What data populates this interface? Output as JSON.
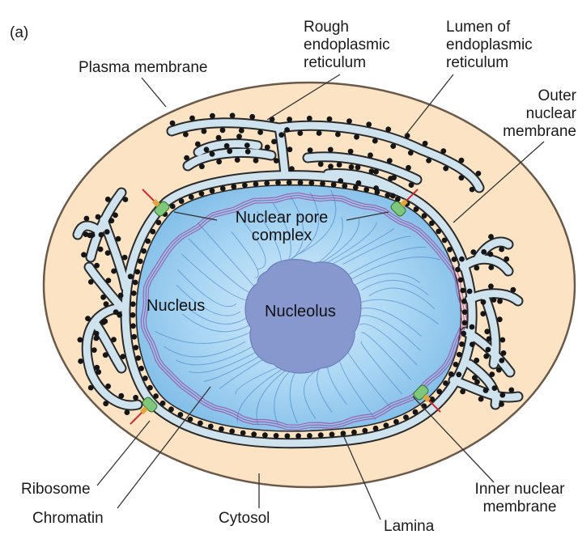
{
  "panel_label": "(a)",
  "labels": {
    "plasma_membrane": "Plasma membrane",
    "rough_er": "Rough\nendoplasmic\nreticulum",
    "lumen_er": "Lumen of\nendoplasmic\nreticulum",
    "outer_nuclear_membrane": "Outer\nnuclear\nmembrane",
    "nuclear_pore_complex": "Nuclear pore\ncomplex",
    "nucleus": "Nucleus",
    "nucleolus": "Nucleolus",
    "ribosome": "Ribosome",
    "chromatin": "Chromatin",
    "cytosol": "Cytosol",
    "lamina": "Lamina",
    "inner_nuclear_membrane": "Inner nuclear\nmembrane"
  },
  "colors": {
    "cell_fill": "#fbe3c4",
    "cell_stroke": "#6b5a4a",
    "er_fill": "#cfe3ef",
    "er_stroke": "#2a2a2a",
    "nucleus_fill": "#9fd0f2",
    "nucleolus_fill": "#8798cf",
    "chromatin_line": "#3b78c4",
    "lamina": "#a34aa0",
    "ribosome": "#151515",
    "pore_green": "#7fc77a",
    "pore_red": "#d2262e"
  }
}
